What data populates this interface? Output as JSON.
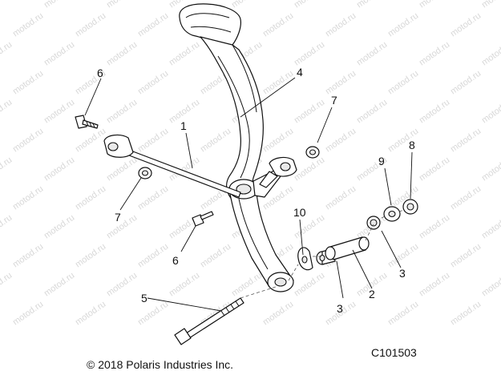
{
  "callouts": {
    "c1": "1",
    "c2": "2",
    "c3a": "3",
    "c3b": "3",
    "c4": "4",
    "c5": "5",
    "c6a": "6",
    "c6b": "6",
    "c7a": "7",
    "c7b": "7",
    "c8": "8",
    "c9": "9",
    "c10": "10"
  },
  "footer": {
    "copyright": "© 2018 Polaris Industries Inc.",
    "diagram_code": "C101503"
  },
  "watermark": {
    "text": "motod.ru"
  },
  "colors": {
    "line": "#111111",
    "watermark": "#d8d8d8",
    "background": "#ffffff"
  }
}
